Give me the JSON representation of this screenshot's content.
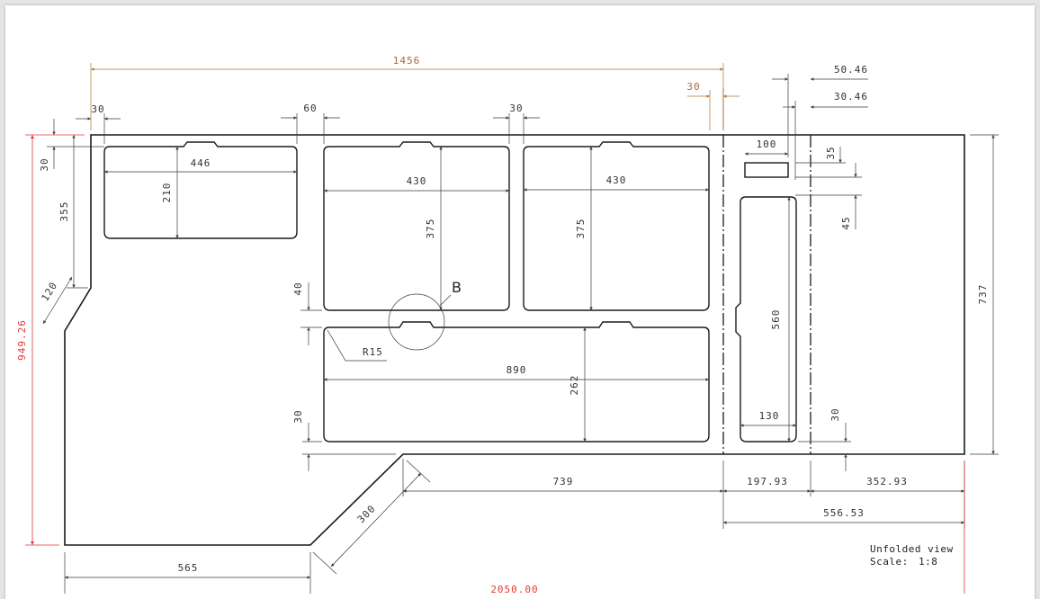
{
  "drawing": {
    "view_label": "Unfolded view",
    "scale_label": "Scale:",
    "scale_value": "1:8",
    "detail_label": "B",
    "radius_label": "R15",
    "dims": {
      "d1456": "1456",
      "d30_top_orange": "30",
      "d50_46": "50.46",
      "d30_46": "30.46",
      "d30_a": "30",
      "d60": "60",
      "d30_b": "30",
      "d100": "100",
      "d35": "35",
      "d45": "45",
      "d446": "446",
      "d210": "210",
      "d430_a": "430",
      "d430_b": "430",
      "d375_a": "375",
      "d375_b": "375",
      "d560": "560",
      "d130": "130",
      "d737": "737",
      "d30_left": "30",
      "d355": "355",
      "d120": "120",
      "d949_26": "949.26",
      "d40": "40",
      "d890": "890",
      "d262": "262",
      "d30_c": "30",
      "d30_d": "30",
      "d739": "739",
      "d197_93": "197.93",
      "d352_93": "352.93",
      "d556_53": "556.53",
      "d300": "300",
      "d565": "565",
      "d_bottom_red": "2050.00"
    }
  }
}
